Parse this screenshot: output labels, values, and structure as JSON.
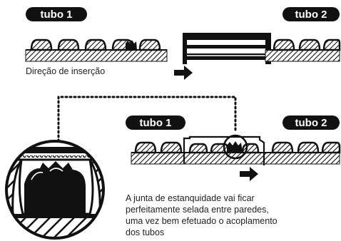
{
  "labels": {
    "tube1_top": "tubo 1",
    "tube2_top": "tubo 2",
    "tube1_bottom": "tubo 1",
    "tube2_bottom": "tubo 2",
    "insertion_direction": "Direção de inserção"
  },
  "caption": {
    "line1": "A junta de estanquidade vai ficar",
    "line2": "perfeitamente selada entre paredes,",
    "line3": "uma vez bem efetuado o acoplamento",
    "line4": "dos tubos"
  },
  "colors": {
    "ink": "#111111",
    "paper": "#ffffff"
  },
  "icons": {
    "arrow": "right-arrow-icon",
    "magnifier": "zoom-circle"
  }
}
